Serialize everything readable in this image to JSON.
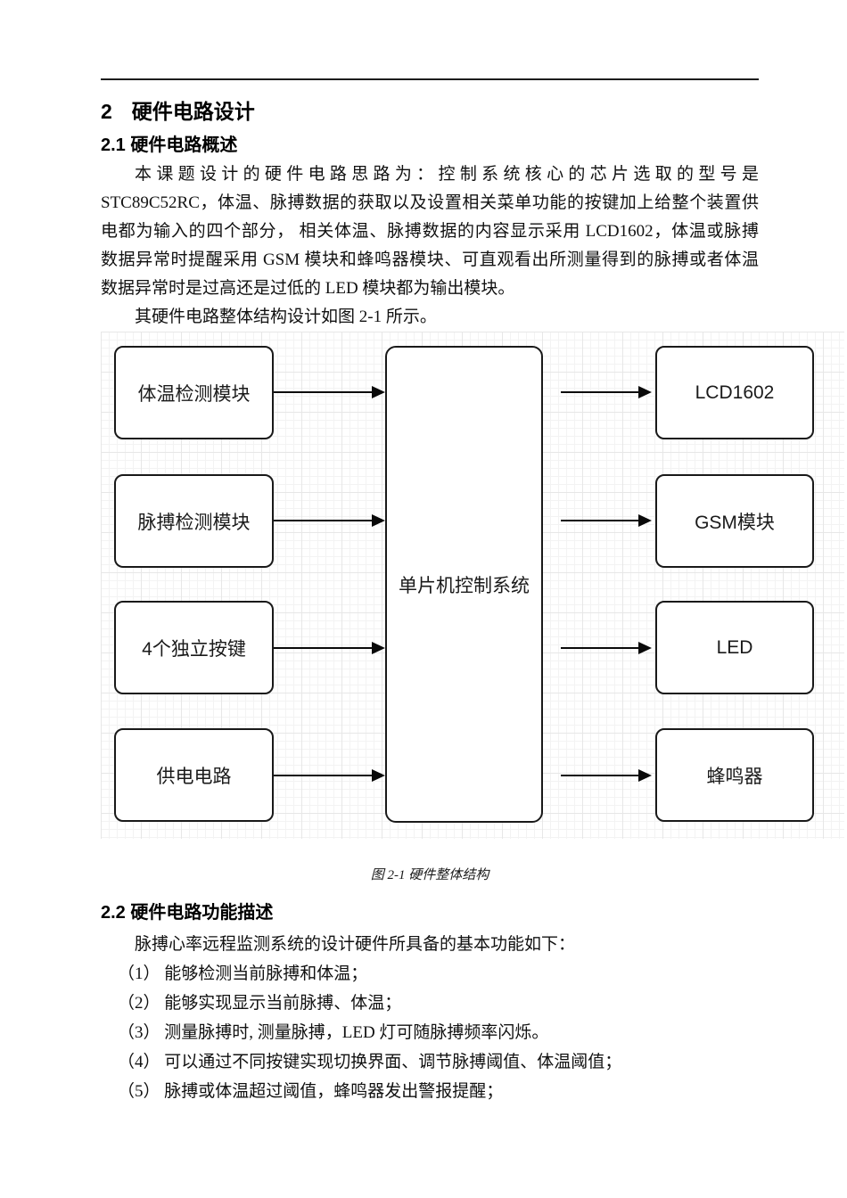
{
  "document": {
    "section": {
      "number": "2",
      "title": "硬件电路设计"
    },
    "subsection1": {
      "heading": "2.1 硬件电路概述",
      "paragraph_lines": [
        "本课题设计的硬件电路思路为：控制系统核心的芯片选取的型号是",
        "STC89C52RC，体温、脉搏数据的获取以及设置相关菜单功能的按键加上给整个装置供",
        "电都为输入的四个部分， 相关体温、脉搏数据的内容显示采用 LCD1602，体温或脉搏",
        "数据异常时提醒采用 GSM 模块和蜂鸣器模块、可直观看出所测量得到的脉搏或者体温",
        "数据异常时是过高还是过低的 LED 模块都为输出模块。"
      ],
      "paragraph2": "其硬件电路整体结构设计如图 2-1 所示。"
    },
    "figure": {
      "caption": "图 2-1 硬件整体结构",
      "diagram": {
        "center_label": "单片机控制系统",
        "input_boxes": [
          "体温检测模块",
          "脉搏检测模块",
          "4个独立按键",
          "供电电路"
        ],
        "output_boxes": [
          "LCD1602",
          "GSM模块",
          "LED",
          "蜂鸣器"
        ]
      }
    },
    "subsection2": {
      "heading": "2.2 硬件电路功能描述",
      "intro": "脉搏心率远程监测系统的设计硬件所具备的基本功能如下：",
      "items": [
        "（1） 能够检测当前脉搏和体温；",
        "（2） 能够实现显示当前脉搏、体温；",
        "（3） 测量脉搏时, 测量脉搏，LED 灯可随脉搏频率闪烁。",
        "（4） 可以通过不同按键实现切换界面、调节脉搏阈值、体温阈值；",
        "（5） 脉搏或体温超过阈值，蜂鸣器发出警报提醒；"
      ]
    },
    "colors": {
      "ink": "#1a1a1a",
      "grid_minor": "#f3f3f3",
      "grid_major": "#e7e7e7",
      "page_bg": "#ffffff"
    }
  }
}
